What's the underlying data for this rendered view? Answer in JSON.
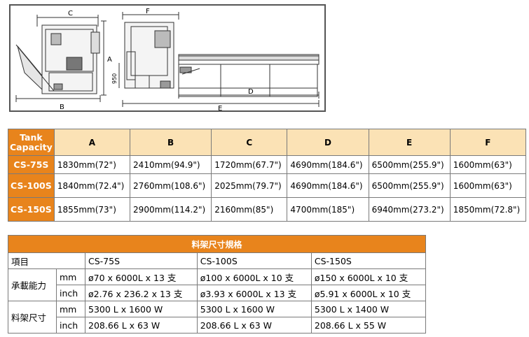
{
  "drawing": {
    "labels": {
      "A": "A",
      "B": "B",
      "C": "C",
      "D": "D",
      "E": "E",
      "F": "F",
      "h": "950"
    }
  },
  "dimensions_table": {
    "corner": "Tank Capacity",
    "columns": [
      "A",
      "B",
      "C",
      "D",
      "E",
      "F"
    ],
    "rows": [
      {
        "model": "CS-75S",
        "values": [
          "1830mm(72\")",
          "2410mm(94.9\")",
          "1720mm(67.7\")",
          "4690mm(184.6\")",
          "6500mm(255.9\")",
          "1600mm(63\")"
        ]
      },
      {
        "model": "CS-100S",
        "values": [
          "1840mm(72.4\")",
          "2760mm(108.6\")",
          "2025mm(79.7\")",
          "4690mm(184.6\")",
          "6500mm(255.9\")",
          "1600mm(63\")"
        ]
      },
      {
        "model": "CS-150S",
        "values": [
          "1855mm(73\")",
          "2900mm(114.2\")",
          "2160mm(85\")",
          "4700mm(185\")",
          "6940mm(273.2\")",
          "1850mm(72.8\")"
        ]
      }
    ]
  },
  "rack_table": {
    "title": "料架尺寸規格",
    "header": {
      "item": "項目",
      "cols": [
        "CS-75S",
        "CS-100S",
        "CS-150S"
      ]
    },
    "capacity": {
      "label": "承載能力",
      "mm": {
        "unit": "mm",
        "vals": [
          "ø70 x 6000L x 13 支",
          "ø100 x 6000L x 10 支",
          "ø150 x 6000L x 10 支"
        ]
      },
      "inch": {
        "unit": "inch",
        "vals": [
          "ø2.76 x 236.2 x 13 支",
          "ø3.93 x 6000L x 13 支",
          "ø5.91 x 6000L x 10 支"
        ]
      }
    },
    "size": {
      "label": "料架尺寸",
      "mm": {
        "unit": "mm",
        "vals": [
          "5300 L x 1600 W",
          "5300 L x 1600 W",
          "5300 L x 1400 W"
        ]
      },
      "inch": {
        "unit": "inch",
        "vals": [
          "208.66 L x 63 W",
          "208.66 L x 63 W",
          "208.66 L x 55 W"
        ]
      }
    }
  }
}
